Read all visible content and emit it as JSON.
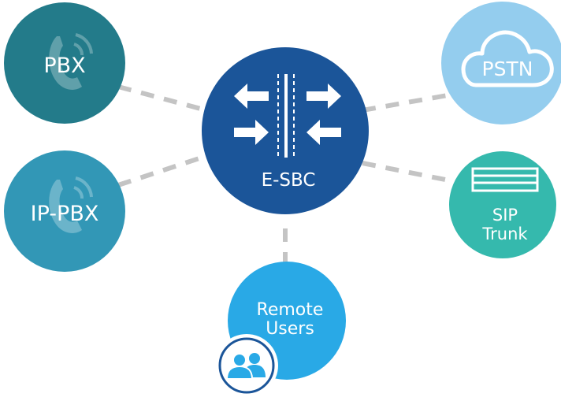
{
  "nodes": {
    "esbc": {
      "label": "E-SBC",
      "color": "#1b5599"
    },
    "pbx": {
      "label": "PBX",
      "color": "#237b8a"
    },
    "ippbx": {
      "label": "IP-PBX",
      "color": "#3297b6"
    },
    "pstn": {
      "label": "PSTN",
      "color": "#94cdee"
    },
    "sip": {
      "label_line1": "SIP",
      "label_line2": "Trunk",
      "color": "#35b9ad"
    },
    "remote": {
      "label_line1": "Remote",
      "label_line2": "Users",
      "color": "#29a9e6"
    }
  },
  "icons": {
    "phone": "phone-icon",
    "arrows": "bidirectional-arrows-icon",
    "cloud": "cloud-icon",
    "trunk": "trunk-lines-icon",
    "users": "users-icon"
  },
  "connector_color": "#c4c4c4"
}
